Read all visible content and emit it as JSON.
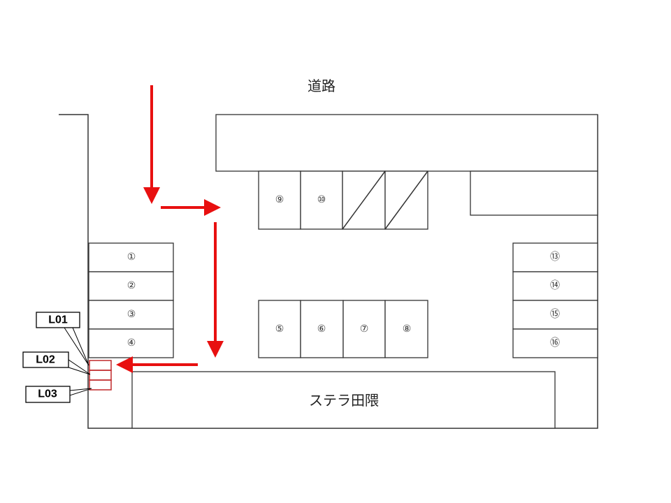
{
  "road_label": "道路",
  "building_label": "ステラ田隈",
  "spaces": {
    "s1": "①",
    "s2": "②",
    "s3": "③",
    "s4": "④",
    "s5": "⑤",
    "s6": "⑥",
    "s7": "⑦",
    "s8": "⑧",
    "s9": "⑨",
    "s10": "⑩",
    "s13": "⑬",
    "s14": "⑭",
    "s15": "⑮",
    "s16": "⑯"
  },
  "lockers": {
    "l01": "L01",
    "l02": "L02",
    "l03": "L03"
  },
  "colors": {
    "arrow": "#e81010",
    "locker": "#c0282a",
    "line": "#333333"
  }
}
